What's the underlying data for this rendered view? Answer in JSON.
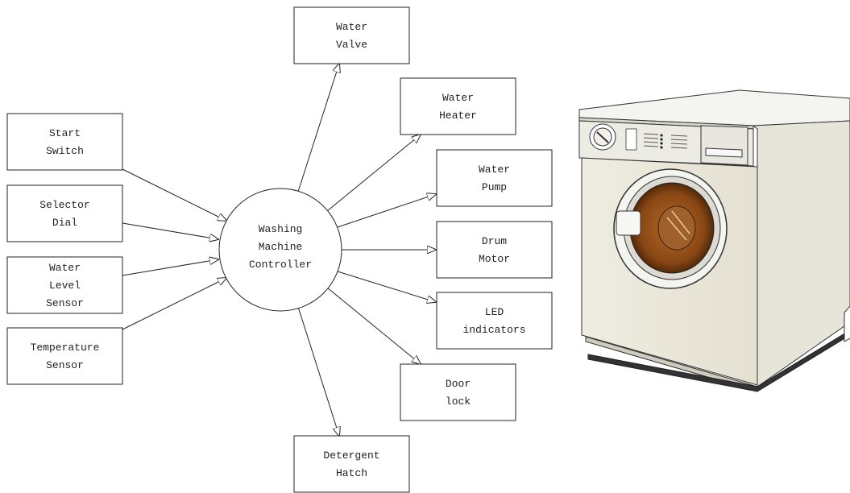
{
  "controller": {
    "lines": [
      "Washing",
      "Machine",
      "Controller"
    ]
  },
  "inputs": [
    {
      "id": "start-switch",
      "lines": [
        "Start",
        "Switch"
      ]
    },
    {
      "id": "selector-dial",
      "lines": [
        "Selector",
        "Dial"
      ]
    },
    {
      "id": "water-level-sensor",
      "lines": [
        "Water",
        "Level",
        "Sensor"
      ]
    },
    {
      "id": "temperature-sensor",
      "lines": [
        "Temperature",
        "Sensor"
      ]
    }
  ],
  "outputs": [
    {
      "id": "water-valve",
      "lines": [
        "Water",
        "Valve"
      ]
    },
    {
      "id": "water-heater",
      "lines": [
        "Water",
        "Heater"
      ]
    },
    {
      "id": "water-pump",
      "lines": [
        "Water",
        "Pump"
      ]
    },
    {
      "id": "drum-motor",
      "lines": [
        "Drum",
        "Motor"
      ]
    },
    {
      "id": "led-indicators",
      "lines": [
        "LED",
        "indicators"
      ]
    },
    {
      "id": "door-lock",
      "lines": [
        "Door",
        "lock"
      ]
    },
    {
      "id": "detergent-hatch",
      "lines": [
        "Detergent",
        "Hatch"
      ]
    }
  ],
  "illustration": {
    "icon": "washing-machine-icon"
  }
}
